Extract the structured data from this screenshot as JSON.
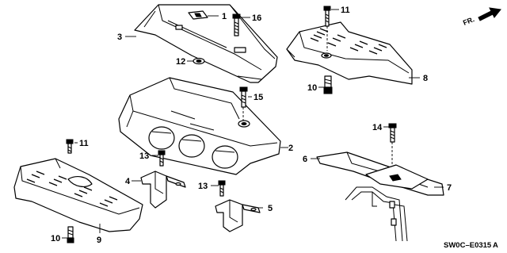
{
  "diagram": {
    "labels": {
      "l1": "1",
      "l2": "2",
      "l3": "3",
      "l4": "4",
      "l5": "5",
      "l6": "6",
      "l7": "7",
      "l8": "8",
      "l9": "9",
      "l10a": "10",
      "l10b": "10",
      "l11a": "11",
      "l11b": "11",
      "l12": "12",
      "l13a": "13",
      "l13b": "13",
      "l14": "14",
      "l15": "15",
      "l16": "16"
    },
    "direction": "FR.",
    "code": "SW0C–E0315",
    "code_suffix": "A"
  }
}
